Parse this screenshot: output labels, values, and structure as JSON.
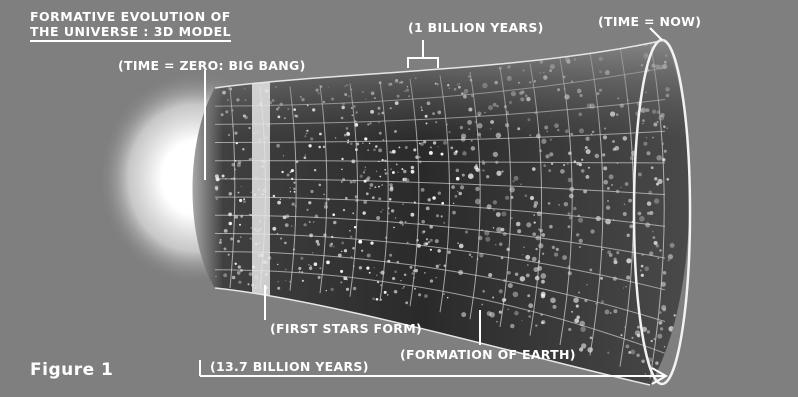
{
  "title": {
    "line1": "FORMATIVE EVOLUTION OF",
    "line2": "THE UNIVERSE : 3D MODEL"
  },
  "labels": {
    "big_bang": "(TIME = ZERO: BIG BANG)",
    "one_billion": "(1 BILLION YEARS)",
    "now": "(TIME = NOW)",
    "first_stars": "(FIRST STARS FORM)",
    "earth": "(FORMATION OF EARTH)",
    "total": "(13.7 BILLION YEARS)"
  },
  "figure_label": "Figure 1",
  "colors": {
    "background": "#7f7f7f",
    "text": "#ffffff",
    "funnel_dark": "#262626"
  }
}
